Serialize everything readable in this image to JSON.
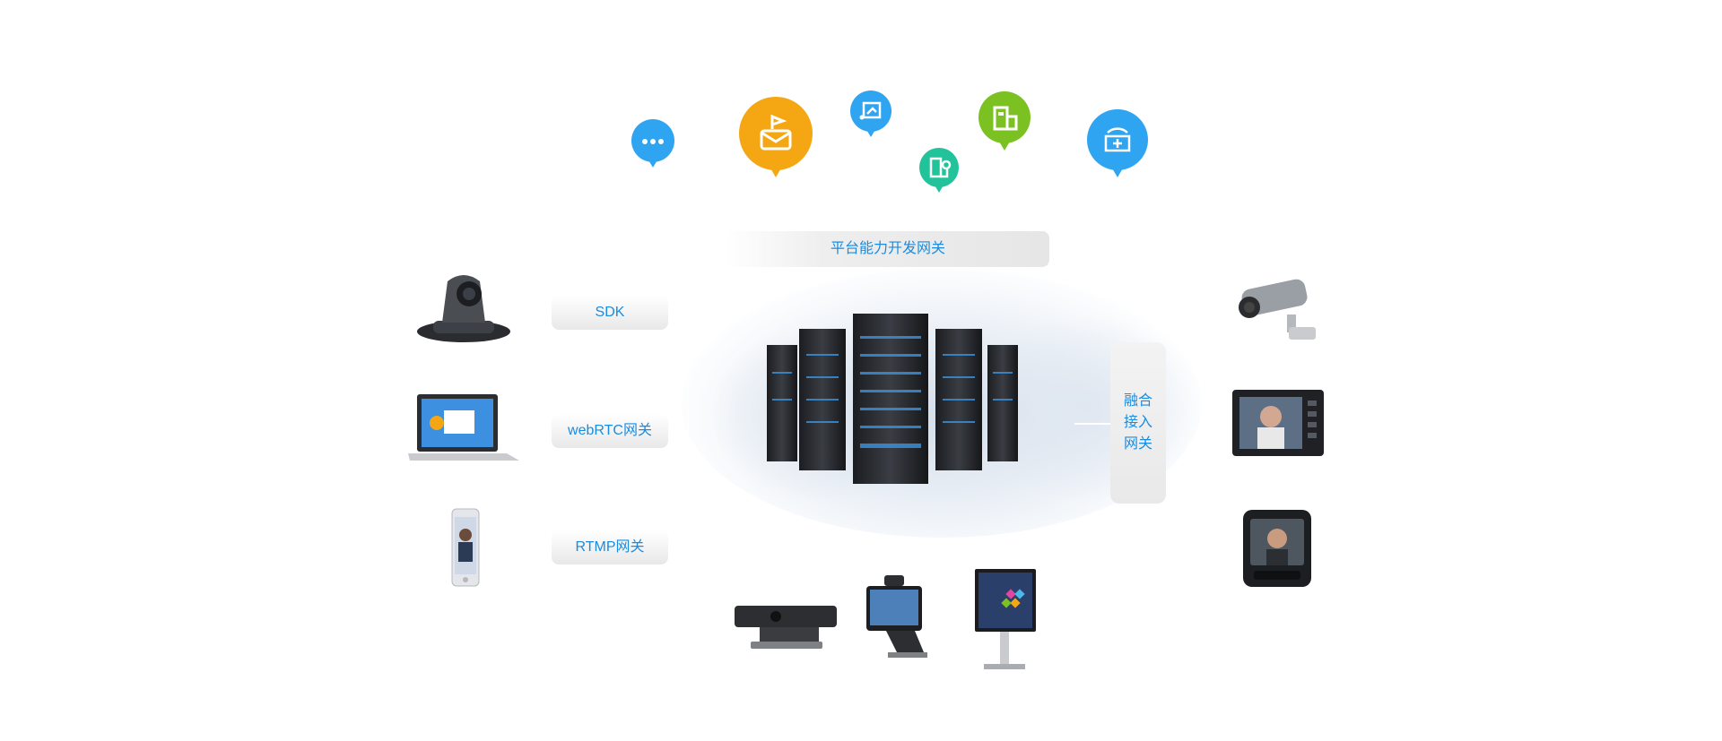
{
  "gateways": {
    "top": "平台能力开发网关",
    "sdk": "SDK",
    "webrtc": "webRTC网关",
    "rtmp": "RTMP网关",
    "fusion": [
      "融合",
      "接入",
      "网关"
    ]
  },
  "colors": {
    "accent": "#1a8ce0",
    "bubble_blue": "#2fa4f0",
    "bubble_orange": "#f4a713",
    "bubble_green": "#7cc122",
    "bubble_teal": "#22c29a"
  },
  "icons": {
    "bubbles": [
      "chat-dots-icon",
      "mail-flag-icon",
      "whiteboard-icon",
      "building-icon",
      "folder-building-icon",
      "screen-add-icon"
    ],
    "devices_left": [
      "ptz-camera",
      "laptop",
      "smartphone"
    ],
    "devices_bottom": [
      "video-bar",
      "desktop-terminal",
      "interactive-display"
    ],
    "devices_right": [
      "security-camera",
      "intercom-panel",
      "face-recognition-terminal"
    ],
    "center": "server-cluster"
  }
}
